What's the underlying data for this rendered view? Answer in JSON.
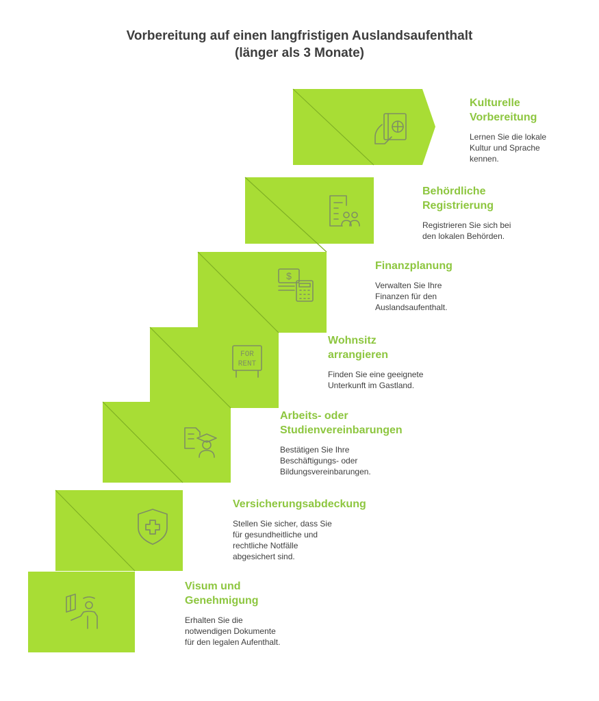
{
  "title": {
    "line1": "Vorbereitung auf einen langfristigen Auslandsaufenthalt",
    "line2": "(länger als 3 Monate)"
  },
  "colors": {
    "step": "#a8dd35",
    "step_shadow": "#96c92b",
    "heading": "#8dc63f",
    "text": "#3d3d3d",
    "icon": "#7f8f63"
  },
  "steps": [
    {
      "heading_line1": "Kulturelle",
      "heading_line2": "Vorbereitung",
      "desc_line1": "Lernen Sie die lokale",
      "desc_line2": "Kultur und Sprache",
      "desc_line3": "kennen.",
      "icon": "culture-book-icon"
    },
    {
      "heading_line1": "Behördliche",
      "heading_line2": "Registrierung",
      "desc_line1": "Registrieren Sie sich bei",
      "desc_line2": "den lokalen Behörden.",
      "icon": "registration-document-icon"
    },
    {
      "heading_line1": "Finanzplanung",
      "desc_line1": "Verwalten Sie Ihre",
      "desc_line2": "Finanzen für den",
      "desc_line3": "Auslandsaufenthalt.",
      "icon": "money-calculator-icon"
    },
    {
      "heading_line1": "Wohnsitz",
      "heading_line2": "arrangieren",
      "desc_line1": "Finden Sie eine geeignete",
      "desc_line2": "Unterkunft im Gastland.",
      "icon": "for-rent-sign-icon",
      "sign_line1": "FOR",
      "sign_line2": "RENT"
    },
    {
      "heading_line1": "Arbeits- oder",
      "heading_line2": "Studienvereinbarungen",
      "desc_line1": "Bestätigen Sie Ihre",
      "desc_line2": "Beschäftigungs- oder",
      "desc_line3": "Bildungsvereinbarungen.",
      "icon": "graduate-document-icon"
    },
    {
      "heading_line1": "Versicherungsabdeckung",
      "desc_line1": "Stellen Sie sicher, dass Sie",
      "desc_line2": "für gesundheitliche und",
      "desc_line3": "rechtliche Notfälle",
      "desc_line4": "abgesichert sind.",
      "icon": "shield-cross-icon"
    },
    {
      "heading_line1": "Visum und",
      "heading_line2": "Genehmigung",
      "desc_line1": "Erhalten Sie die",
      "desc_line2": "notwendigen Dokumente",
      "desc_line3": "für den legalen Aufenthalt.",
      "icon": "passport-officer-icon"
    }
  ]
}
